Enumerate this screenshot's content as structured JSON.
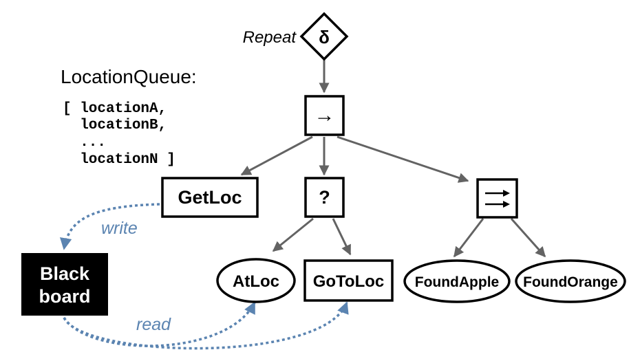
{
  "colors": {
    "edge": "#636363",
    "blackboard_link": "#5b84b1",
    "node_border": "#000000",
    "blackboard_fill": "#000000",
    "blackboard_text": "#ffffff"
  },
  "root": {
    "label": "Repeat",
    "symbol": "δ"
  },
  "queue": {
    "title": "LocationQueue:",
    "lines": [
      "[ locationA,",
      "  locationB,",
      "  ...",
      "  locationN ]"
    ]
  },
  "sequence": {
    "symbol": "→"
  },
  "nodes": {
    "getloc": "GetLoc",
    "fallback": "?",
    "parallel_icon": "parallel-arrows-icon",
    "atloc": "AtLoc",
    "gotoloc": "GoToLoc",
    "foundapple": "FoundApple",
    "foundorange": "FoundOrange"
  },
  "blackboard": {
    "line1": "Black",
    "line2": "board"
  },
  "links": {
    "write": "write",
    "read": "read"
  }
}
